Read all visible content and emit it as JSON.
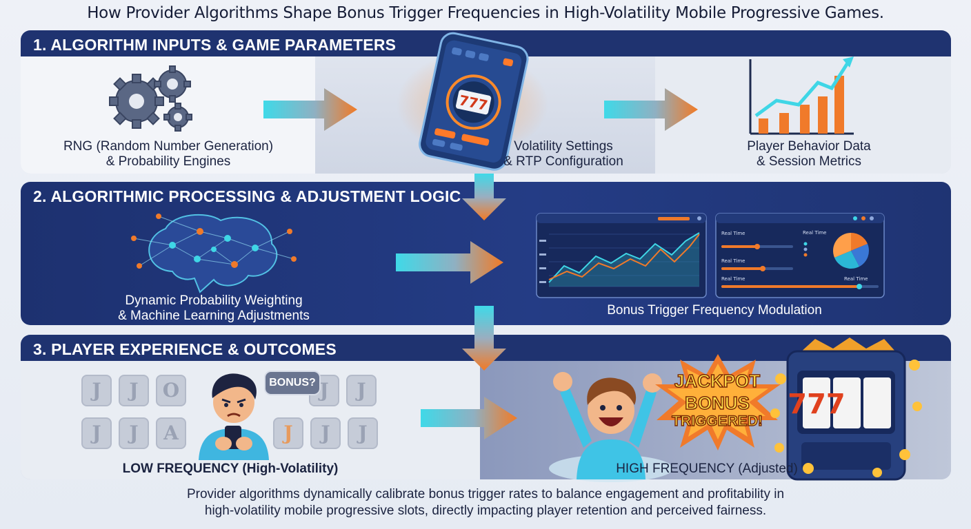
{
  "title": "How Provider Algorithms Shape Bonus Trigger Frequencies in High-Volatility Mobile Progressive Games.",
  "sections": [
    {
      "heading": "1. ALGORITHM INPUTS & GAME PARAMETERS",
      "items": [
        {
          "line1": "RNG (Random Number Generation)",
          "line2": "& Probability Engines",
          "icon": "gears-icon"
        },
        {
          "line1": "Volatility Settings",
          "line2": "& RTP Configuration",
          "icon": "smartphone-slot-icon",
          "screen_text": "777"
        },
        {
          "line1": "Player Behavior Data",
          "line2": "& Session Metrics",
          "icon": "growth-chart-icon"
        }
      ]
    },
    {
      "heading": "2. ALGORITHMIC PROCESSING & ADJUSTMENT LOGIC",
      "items": [
        {
          "line1": "Dynamic Probability Weighting",
          "line2": "& Machine Learning Adjustments",
          "icon": "neural-brain-icon"
        },
        {
          "line1": "Bonus Trigger Frequency Modulation",
          "icon": "dashboard-icon",
          "dashboard_labels": [
            "Real Time",
            "Real Time",
            "Real Time",
            "Real Time",
            "Real Time"
          ]
        }
      ]
    },
    {
      "heading": "3. PLAYER EXPERIENCE & OUTCOMES",
      "items": [
        {
          "line1": "LOW FREQUENCY (High-Volatility)",
          "bubble": "BONUS?",
          "icon": "frustrated-player-icon",
          "tiles": [
            "J",
            "J",
            "O",
            "J",
            "J",
            "J",
            "J",
            "A",
            "J",
            "J",
            "J",
            "J"
          ]
        },
        {
          "line1": "HIGH FREQUENCY (Adjusted)",
          "icon": "celebrating-player-icon",
          "burst": [
            "JACKPOT",
            "BONUS",
            "TRIGGERED!"
          ],
          "reels": "777"
        }
      ]
    }
  ],
  "footer": {
    "line1": "Provider algorithms dynamically calibrate bonus trigger rates to balance engagement and profitability in",
    "line2": "high-volatility mobile progressive slots, directly impacting player retention and perceived fairness."
  },
  "colors": {
    "navy": "#1f3370",
    "orange": "#f07a2a",
    "cyan": "#3fd6e6",
    "page": "#eef1f7"
  }
}
